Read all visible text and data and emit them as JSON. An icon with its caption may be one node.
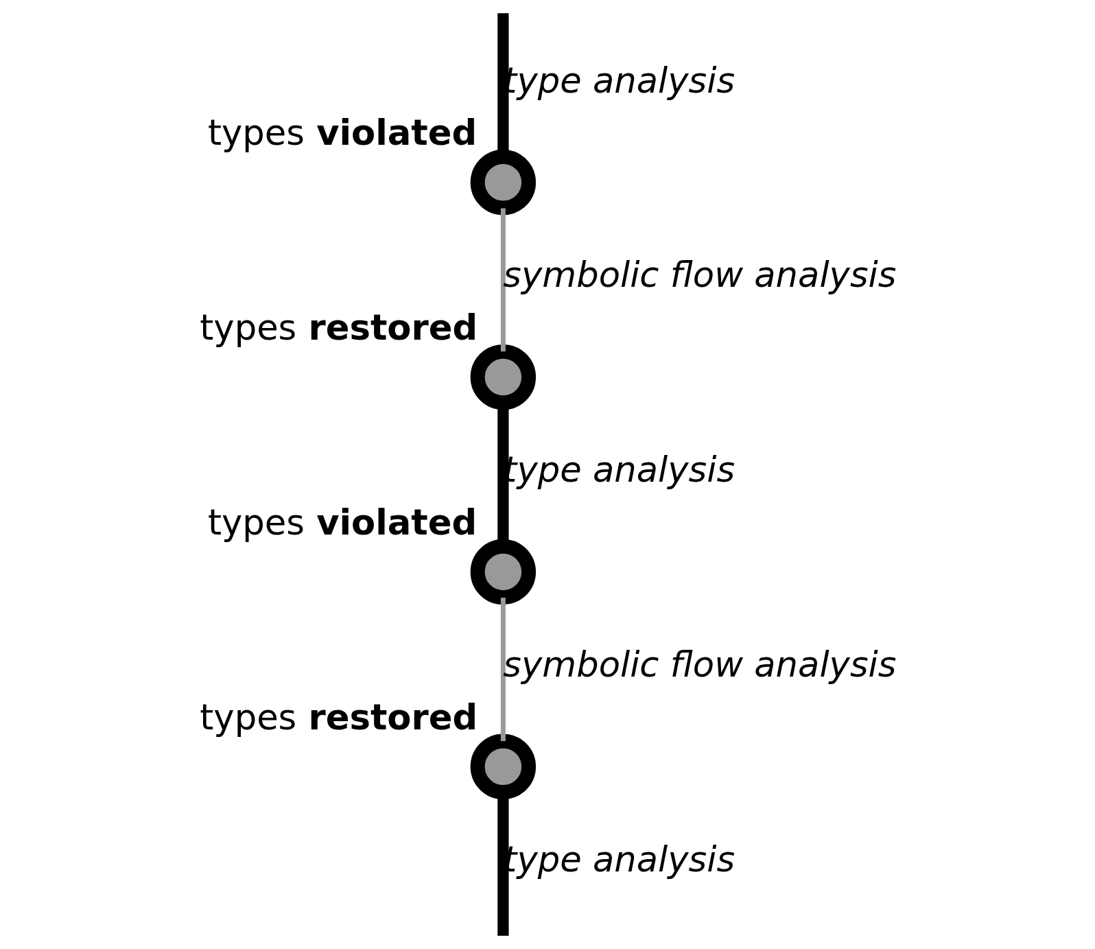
{
  "diagram": {
    "nodes": [
      {
        "text": [],
        "shape": "circle",
        "beside": [
          "types **violated**"
        ]
      },
      {
        "text": [],
        "shape": "circle",
        "beside": [
          "types **restored**"
        ]
      },
      {
        "text": [],
        "shape": "circle",
        "beside": [
          "types **violated**"
        ]
      },
      {
        "text": [],
        "shape": "circle",
        "beside": [
          "types **restored**"
        ]
      }
    ],
    "edges": [
      {
        "from": null,
        "to": 0,
        "arrow": "none",
        "label": "type analysis"
      },
      {
        "from": 0,
        "to": 1,
        "arrow": "none",
        "label": "symbolic flow analysis",
        "color": "#999999"
      },
      {
        "from": 1,
        "to": 2,
        "arrow": "none",
        "label": "type analysis"
      },
      {
        "from": 2,
        "to": 3,
        "arrow": "none",
        "label": "symbolic flow analysis",
        "color": "#999999"
      },
      {
        "from": 3,
        "to": null,
        "arrow": "none",
        "label": "type analysis"
      }
    ]
  }
}
